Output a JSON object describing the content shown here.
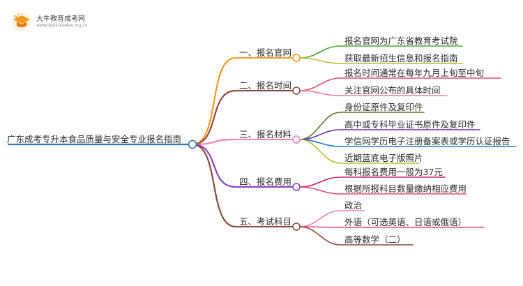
{
  "logo": {
    "title": "大牛教育成考网",
    "url": "www.daniuxueIao.org.cn"
  },
  "mindmap": {
    "root": "广东成考专升本食品质量与安全专业报名指南",
    "branches": [
      {
        "label": "一、报名官网",
        "color": "#f39a1e",
        "leaves": [
          {
            "text": "报名官网为广东省教育考试院",
            "color": "#4aa82f"
          },
          {
            "text": "获取最新招生信息和报名指南",
            "color": "#b5bf2d"
          }
        ]
      },
      {
        "label": "二、报名时间",
        "color": "#8b4a3c",
        "leaves": [
          {
            "text": "报名时间通常在每年九月上旬至中旬",
            "color": "#e24d77"
          },
          {
            "text": "关注官网公布的具体时间",
            "color": "#ea7f9c"
          }
        ]
      },
      {
        "label": "三、报名材料",
        "color": "#f07fb7",
        "leaves": [
          {
            "text": "身份证原件及复印件",
            "color": "#6b6d1e"
          },
          {
            "text": "高中或专科毕业证书原件及复印件",
            "color": "#6f2fb0"
          },
          {
            "text": "学信网学历电子注册备案表或学历认证报告",
            "color": "#1f78c8"
          },
          {
            "text": "近期蓝底电子版照片",
            "color": "#b5bf2d"
          }
        ]
      },
      {
        "label": "四、报名费用",
        "color": "#8d3fc2",
        "leaves": [
          {
            "text": "每科报名费用一般为37元",
            "color": "#c2256f"
          },
          {
            "text": "根据所报科目数量缴纳相应费用",
            "color": "#e24d77"
          }
        ]
      },
      {
        "label": "五、考试科目",
        "color": "#8b4a3c",
        "leaves": [
          {
            "text": "政治",
            "color": "#f07fb7"
          },
          {
            "text": "外语（可选英语、日语或俄语）",
            "color": "#e24d77"
          },
          {
            "text": "高等数学（二）",
            "color": "#8b4a3c"
          }
        ]
      }
    ]
  }
}
